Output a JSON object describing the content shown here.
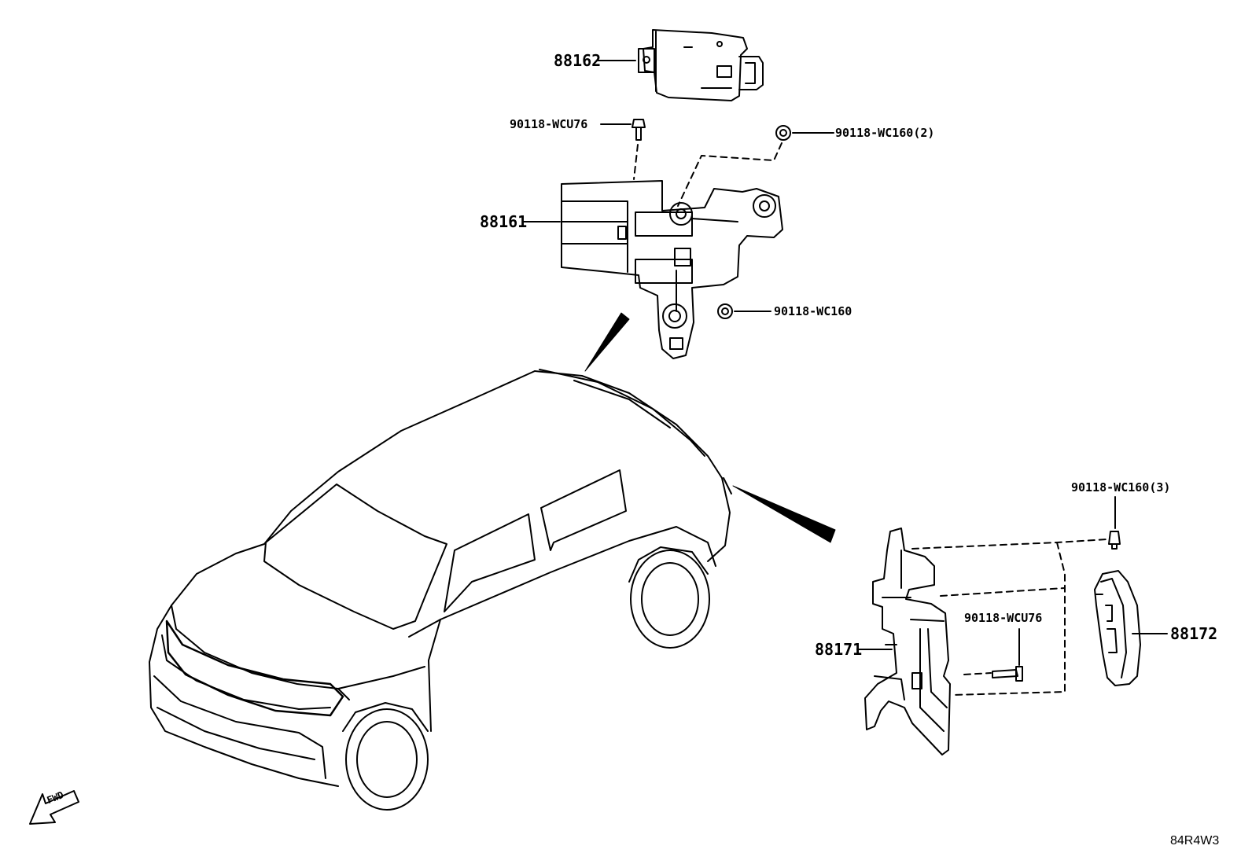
{
  "labels": {
    "p88162": "88162",
    "p90118_wcu76_top": "90118-WCU76",
    "p90118_wc160_2": "90118-WC160(2)",
    "p88161": "88161",
    "p90118_wc160": "90118-WC160",
    "p90118_wc160_3": "90118-WC160(3)",
    "p90118_wcu76_bottom": "90118-WCU76",
    "p88171": "88171",
    "p88172": "88172",
    "fwd": "FWD",
    "diagram_code": "84R4W3"
  }
}
